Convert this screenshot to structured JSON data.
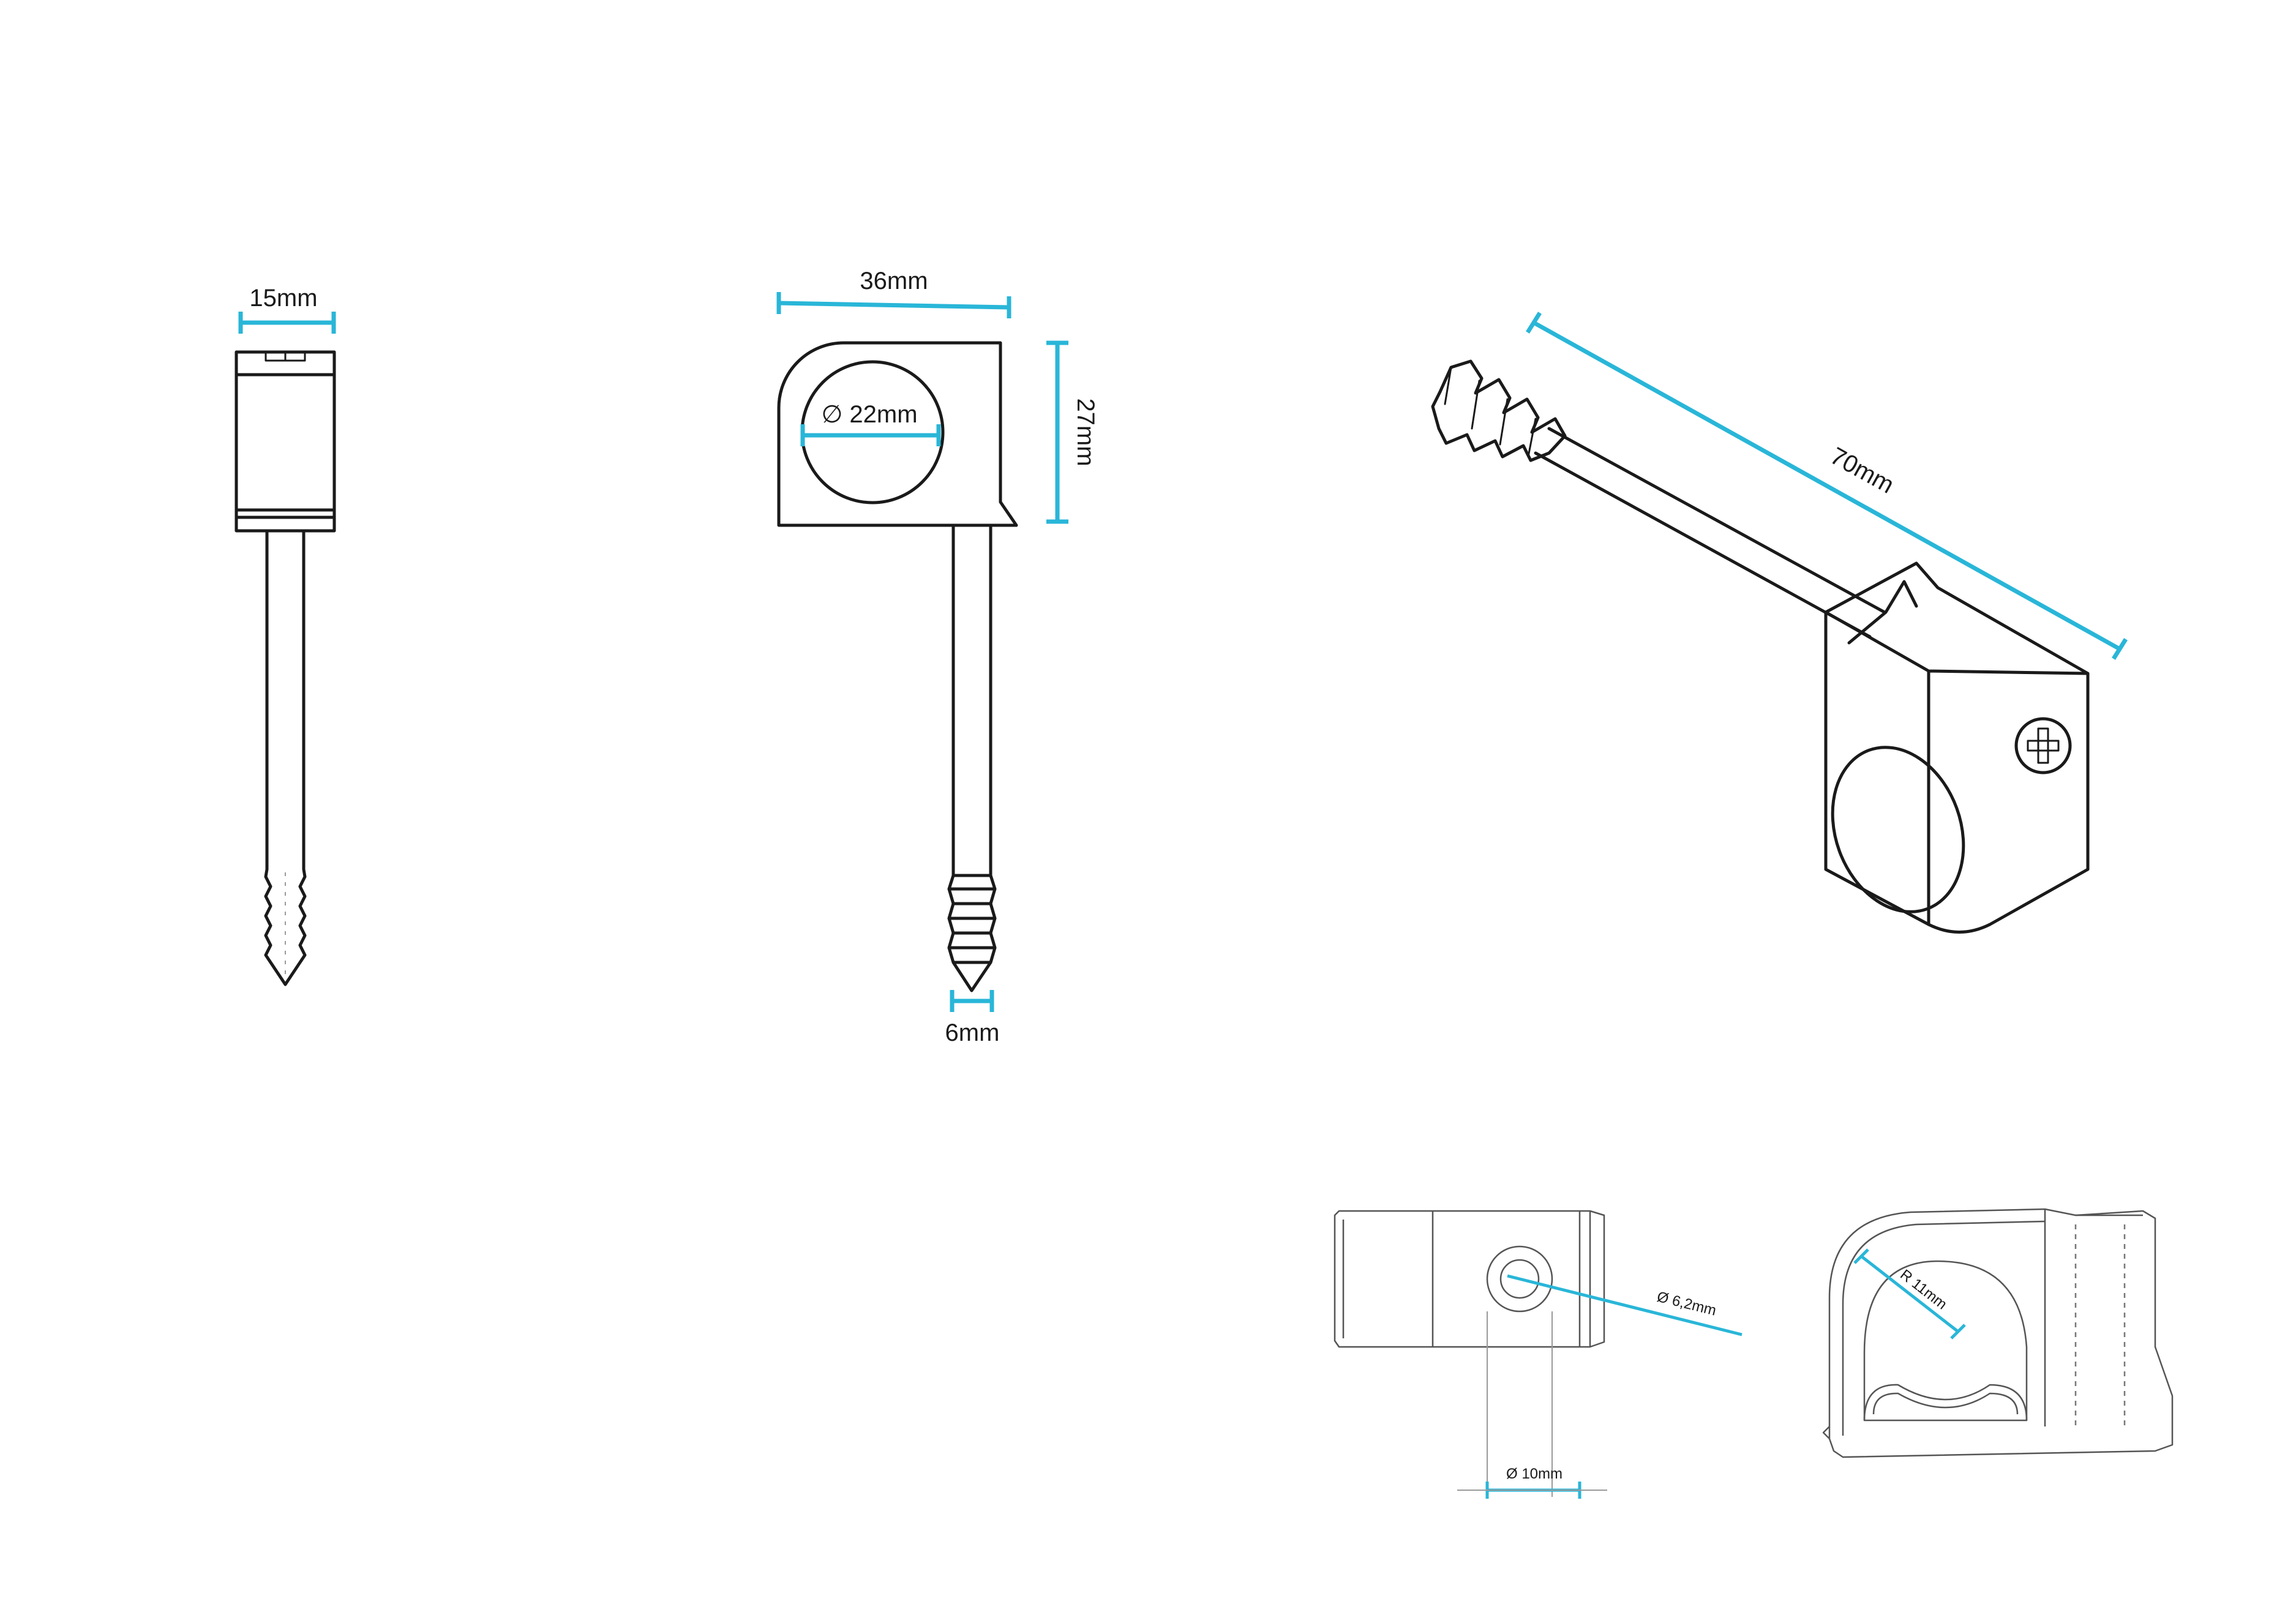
{
  "dimensions": {
    "side_width": "15mm",
    "front_width": "36mm",
    "front_height": "27mm",
    "pipe_diameter": "∅ 22mm",
    "pin_diameter": "6mm",
    "total_length": "70mm",
    "hole_diameter": "Ø 6,2mm",
    "bore_diameter": "Ø 10mm",
    "inner_radius": "R 11mm"
  },
  "colors": {
    "dimension_lines": "#29b6d8",
    "outline": "#1a1a1a",
    "background": "#ffffff"
  }
}
